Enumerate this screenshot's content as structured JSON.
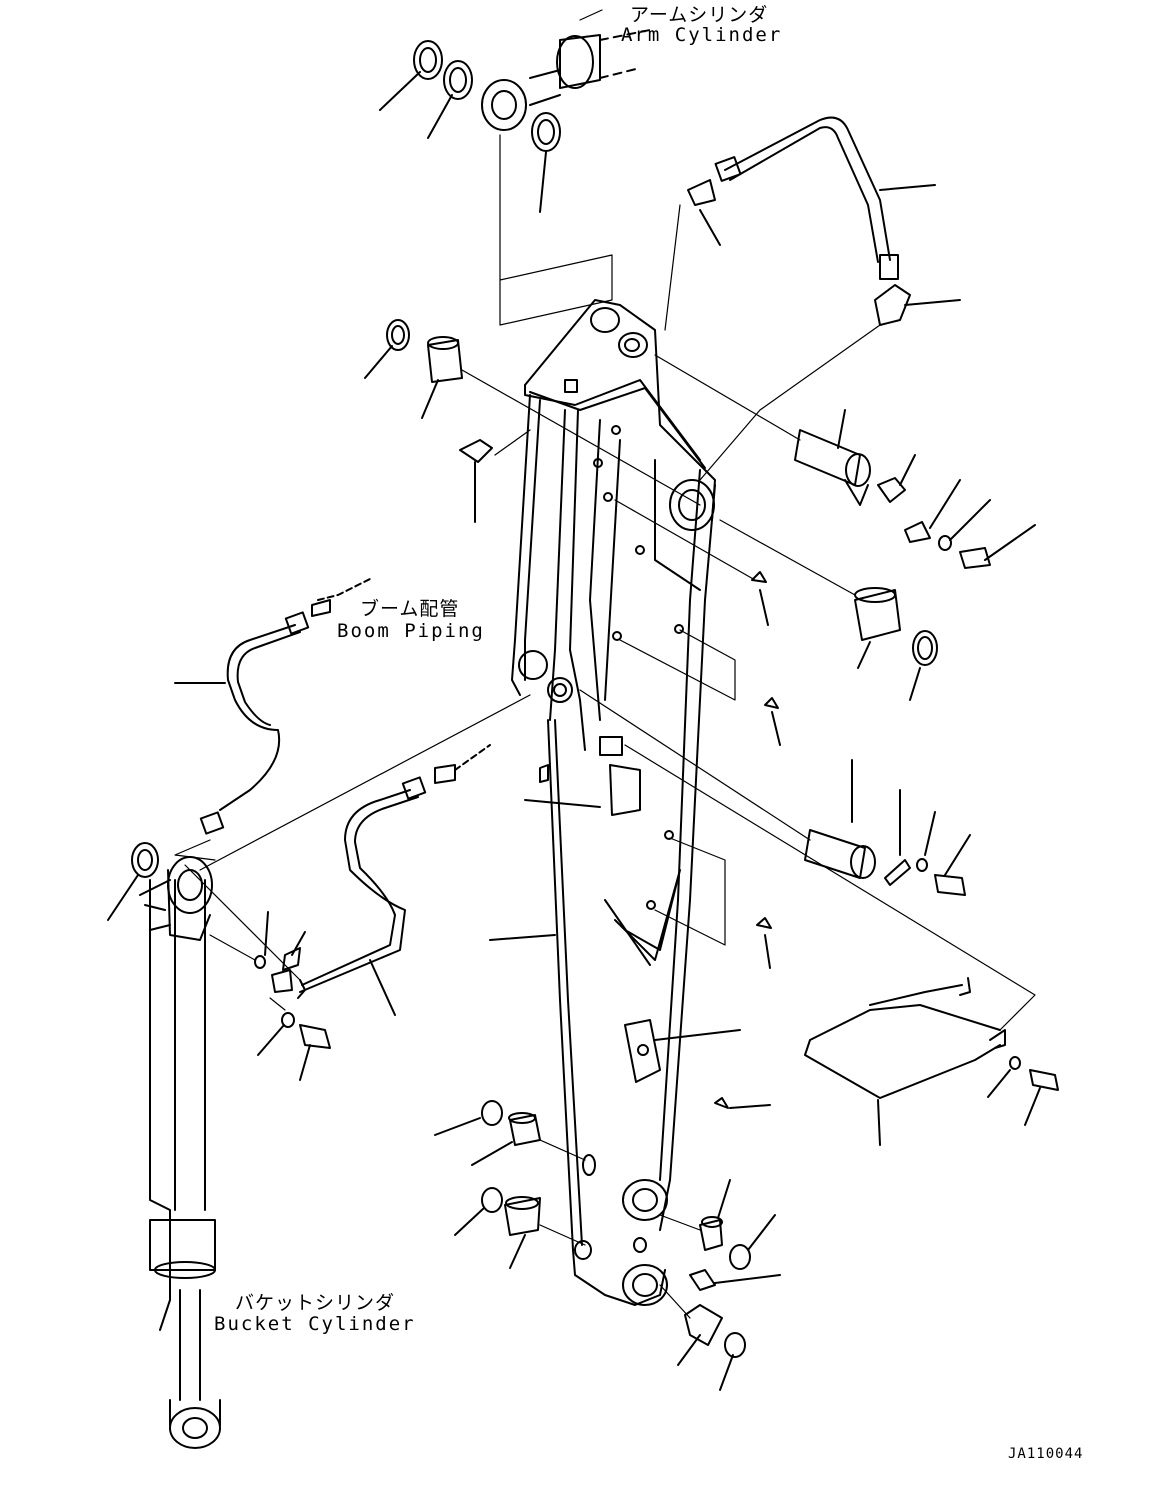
{
  "labels": {
    "arm_cylinder_jp": "アームシリンダ",
    "arm_cylinder_en": "Arm Cylinder",
    "boom_piping_jp": "ブーム配管",
    "boom_piping_en": "Boom Piping",
    "bucket_cylinder_jp": "バケットシリンダ",
    "bucket_cylinder_en": "Bucket Cylinder",
    "drawing_code": "JA110044"
  },
  "colors": {
    "line": "#000000",
    "background": "#ffffff"
  }
}
